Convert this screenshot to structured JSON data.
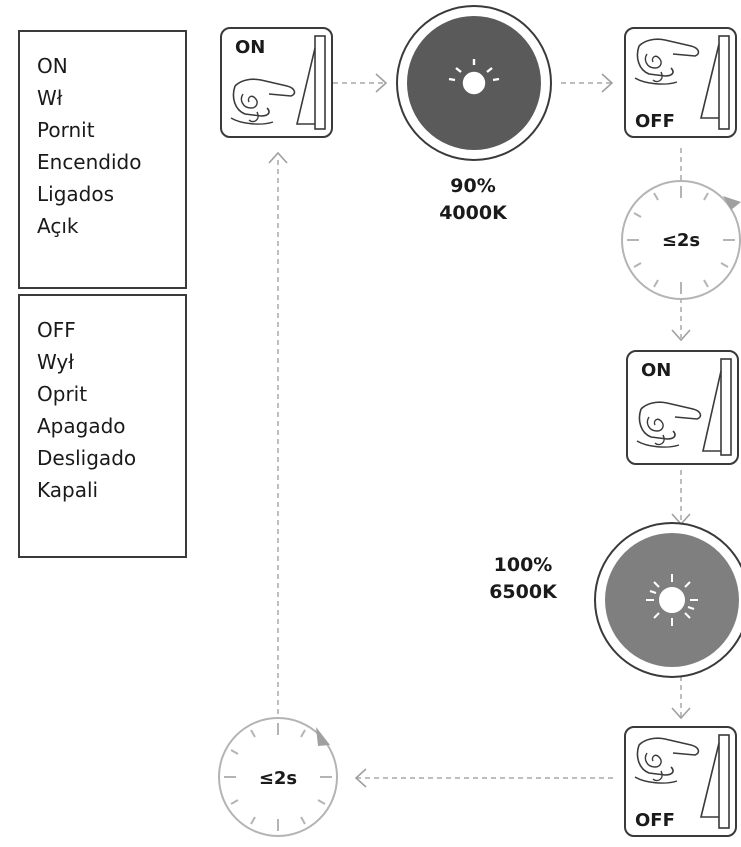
{
  "legend": {
    "on_words": [
      "ON",
      "Wł",
      "Pornit",
      "Encendido",
      "Ligados",
      "Açık"
    ],
    "off_words": [
      "OFF",
      "Wył",
      "Oprit",
      "Apagado",
      "Desligado",
      "Kapali"
    ]
  },
  "switches": {
    "on_label": "ON",
    "off_label": "OFF"
  },
  "lamps": {
    "first": {
      "brightness": "90%",
      "color_temp": "4000K",
      "fill": "#5a5a5a"
    },
    "second": {
      "brightness": "100%",
      "color_temp": "6500K",
      "fill": "#7f7f7f"
    }
  },
  "timers": {
    "label": "≤2s"
  },
  "colors": {
    "outline": "#3a3a3a",
    "connector": "#a8a8a8",
    "timer_ring": "#b4b4b4"
  }
}
